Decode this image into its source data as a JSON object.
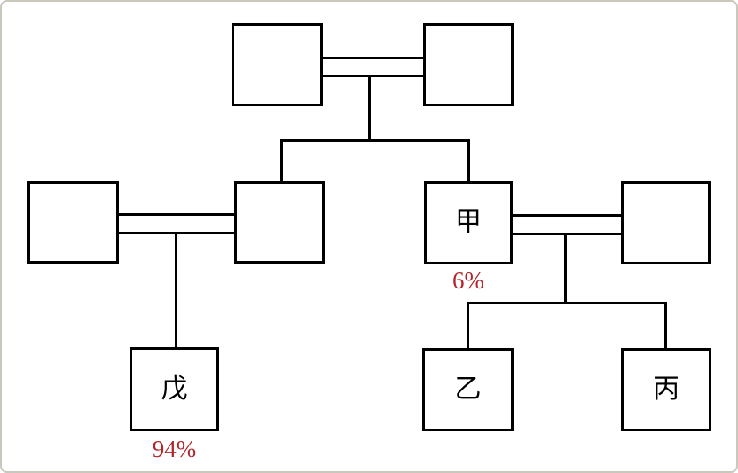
{
  "diagram": {
    "type": "pedigree",
    "description": "three-generation pedigree chart"
  },
  "nodes": {
    "jia": {
      "label": "甲",
      "percent": "6%"
    },
    "wu": {
      "label": "戊",
      "percent": "94%"
    },
    "yi": {
      "label": "乙"
    },
    "bing": {
      "label": "丙"
    }
  },
  "colors": {
    "line": "#000000",
    "box_border": "#000000",
    "percent_text": "#b2262a",
    "frame_border": "#cac7bc",
    "background": "#ffffff"
  }
}
